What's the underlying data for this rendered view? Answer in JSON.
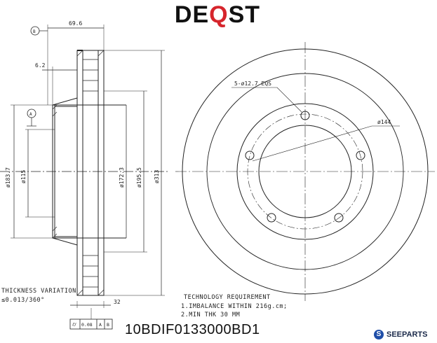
{
  "logo": {
    "pre": "DE",
    "accent": "Q",
    "post": "ST",
    "accent_color": "#d6252c"
  },
  "part_number": "10BDIF0133000BD1",
  "brand": {
    "name": "SEEPARTS",
    "mark": "S"
  },
  "dimensions": {
    "overall_height": "69.6",
    "hat_offset": "6.2",
    "thickness": "32",
    "d_183": "ø183.7",
    "d_115": "ø115",
    "d_172": "ø172.3",
    "d_195": "ø195.5",
    "d_313": "ø313",
    "bolt_holes": "5-ø12.7 EQS",
    "pcd": "ø144"
  },
  "datums": {
    "b": "B",
    "a": "A"
  },
  "thickness_variation": {
    "title": "THICKNESS VARIATION",
    "value": "≤0.013/360°"
  },
  "tolerance_frame": {
    "symbol": "⌭",
    "value": "0.08",
    "datum_a": "A",
    "datum_b": "B"
  },
  "technical": {
    "title": "TECHNOLOGY REQUIREMENT",
    "line1": "1.IMBALANCE WITHIN 216g.cm;",
    "line2": "2.MIN THK 30 MM"
  }
}
